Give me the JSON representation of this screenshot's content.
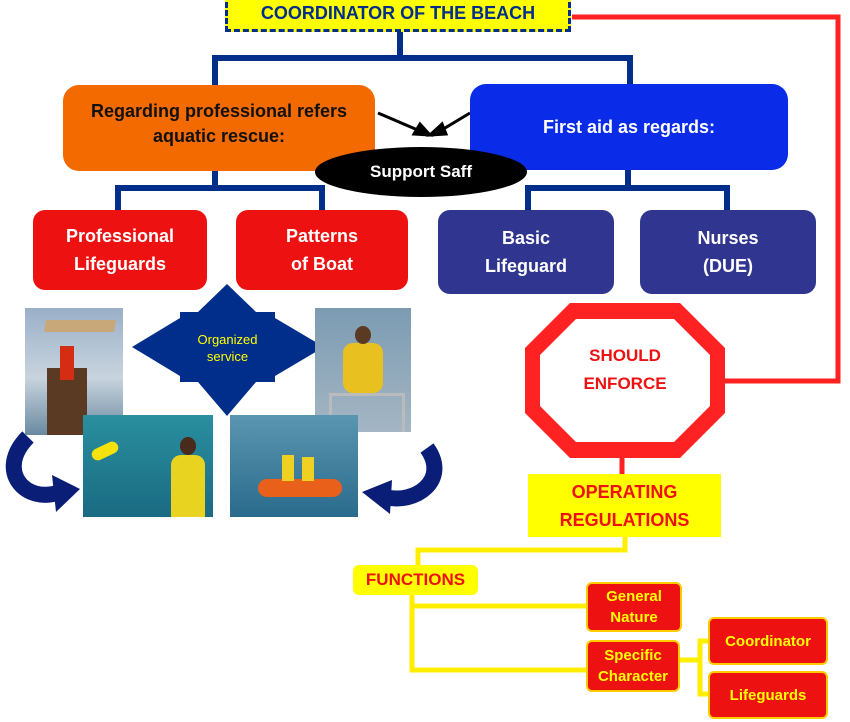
{
  "coordinator": "COORDINATOR OF THE BEACH",
  "aquatic": "Regarding professional refers\naquatic rescue:",
  "first_aid": "First aid as regards:",
  "support": "Support Saff",
  "professional_lifeguards": "Professional\nLifeguards",
  "patterns_of_boat": "Patterns\nof Boat",
  "basic_lifeguard": "Basic\nLifeguard",
  "nurses": "Nurses\n(DUE)",
  "organized_service": "Organized\nservice",
  "should_enforce": "SHOULD\nENFORCE",
  "operating_regulations": "OPERATING\nREGULATIONS",
  "functions": "FUNCTIONS",
  "general_nature": "General\nNature",
  "specific_character": "Specific\nCharacter",
  "coordinator_role": "Coordinator",
  "lifeguards_role": "Lifeguards",
  "colors": {
    "navy": "#002e8a",
    "orange": "#f26a00",
    "blue": "#0a2be8",
    "red": "#ee1111",
    "slate": "#30358f",
    "yellow": "#ffff00",
    "stop_red": "#ff2222"
  }
}
